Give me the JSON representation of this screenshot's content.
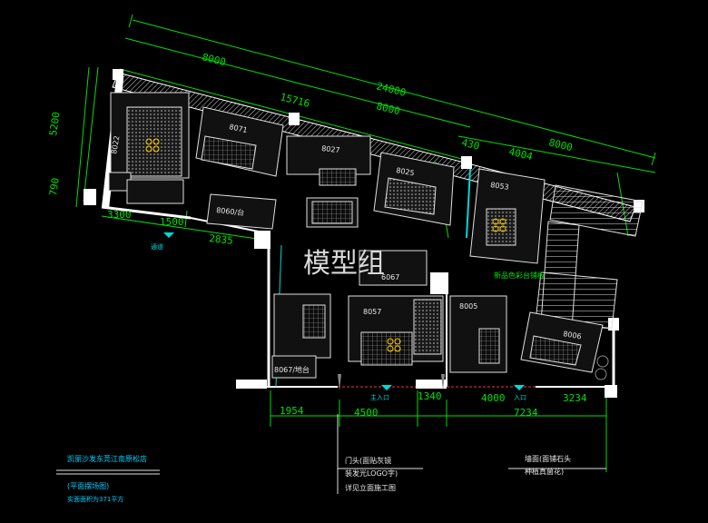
{
  "watermark": "模型组",
  "dimensions": {
    "top_8000_a": "8000",
    "top_24000": "24000",
    "top_15716": "15716",
    "top_8000_b": "8000",
    "top_430": "430",
    "top_4004": "4004",
    "top_8000_c": "8000",
    "left_5200": "5200",
    "left_790": "790",
    "bottom_3300": "3300",
    "bottom_1500": "1500",
    "bottom_2835": "2835",
    "base_1954": "1954",
    "base_4500": "4500",
    "base_1340": "1340",
    "base_4000": "4000",
    "base_7234": "7234",
    "base_3234": "3234"
  },
  "models": {
    "m8022": "8022",
    "m8071": "8071",
    "m8027": "8027",
    "m8025": "8025",
    "m8053": "8053",
    "m8060": "8060/台",
    "m6067": "6067",
    "m8057": "8057",
    "m8005": "8005",
    "m8006": "8006",
    "m8067": "8067/地台"
  },
  "labels": {
    "corridor": "通道",
    "main_entrance": "主入口",
    "entrance": "入口",
    "backdrop": "新品色彩台铺板"
  },
  "notes": {
    "store_name": "凯丽沙发东莞江南原松店",
    "plan_name": "(平面摆场图)",
    "area": "实面面积为371平方",
    "door_1": "门头(面贴灰镜",
    "door_2": "装发光LOGO字)",
    "door_3": "详见立面施工图",
    "wall_1": "墙面(面铺石头",
    "wall_2": "种植真菌花)"
  },
  "colors": {
    "background": "#000000",
    "dimension": "#00e000",
    "wall": "#ffffff",
    "furniture": "#e0e0e0",
    "accent": "#00d8d8"
  }
}
